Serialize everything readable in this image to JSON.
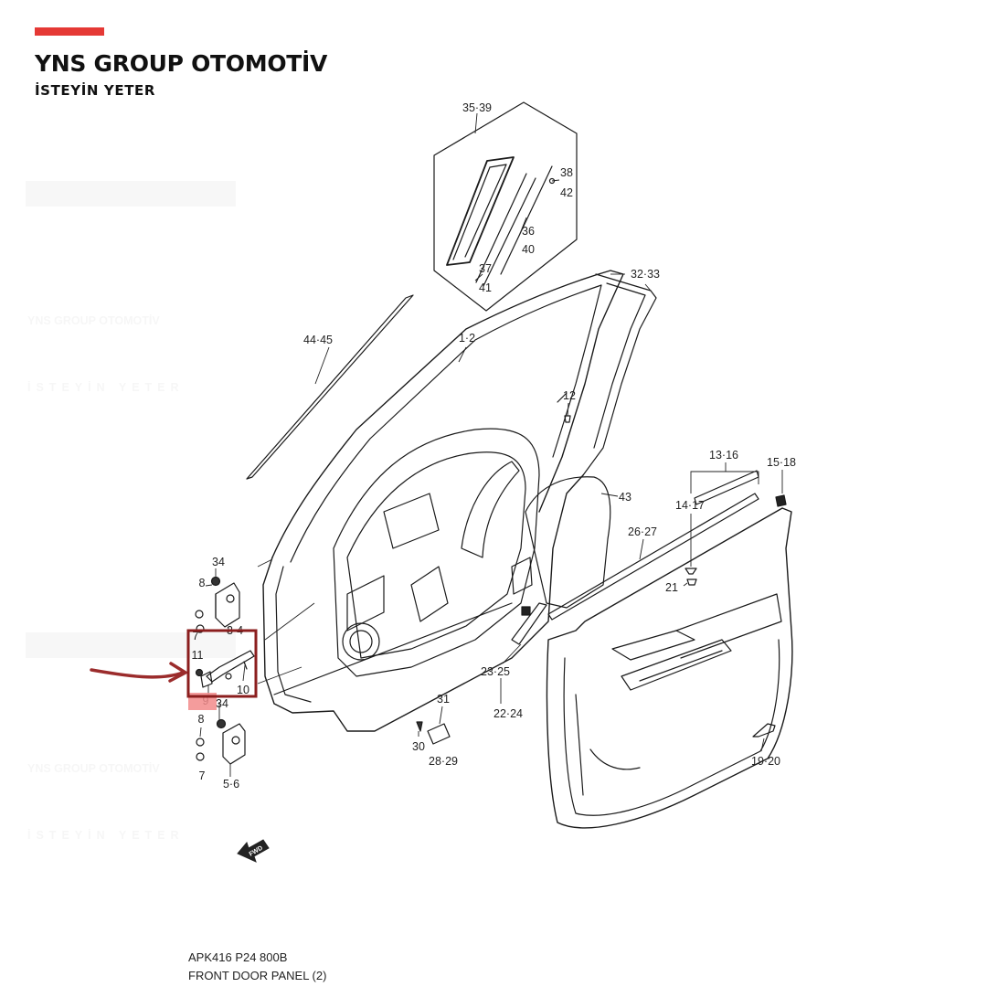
{
  "brand": {
    "name": "YNS GROUP OTOMOTİV",
    "tagline": "İSTEYİN YETER",
    "accent_color": "#e53935"
  },
  "watermark": {
    "line1": "YNS GROUP OTOMOTİV",
    "line2": "İSTEYİN YETER"
  },
  "callouts": {
    "c35_39": "35·39",
    "c38": "38",
    "c42": "42",
    "c36": "36",
    "c40": "40",
    "c37": "37",
    "c41": "41",
    "c32_33": "32·33",
    "c44_45": "44·45",
    "c1_2": "1·2",
    "c12": "12",
    "c13_16": "13·16",
    "c15_18": "15·18",
    "c43": "43",
    "c14_17": "14·17",
    "c26_27": "26·27",
    "c21": "21",
    "c34_top": "34",
    "c8_top": "8",
    "c7_top": "7",
    "c3_4": "3·4",
    "c11": "11",
    "c9": "9",
    "c10": "10",
    "c34_mid": "34",
    "c8_bot": "8",
    "c7_bot": "7",
    "c5_6": "5·6",
    "c23_25": "23·25",
    "c22_24": "22·24",
    "c31": "31",
    "c30": "30",
    "c28_29": "28·29",
    "c19_20": "19·20",
    "fwd": "FWD"
  },
  "highlight": {
    "box_color": "#8b1e1e",
    "arrow_color": "#9b2c2c",
    "marker_color": "#f28b8b"
  },
  "footer": {
    "code": "APK416 P24 800B",
    "title": "FRONT DOOR PANEL (2)"
  }
}
